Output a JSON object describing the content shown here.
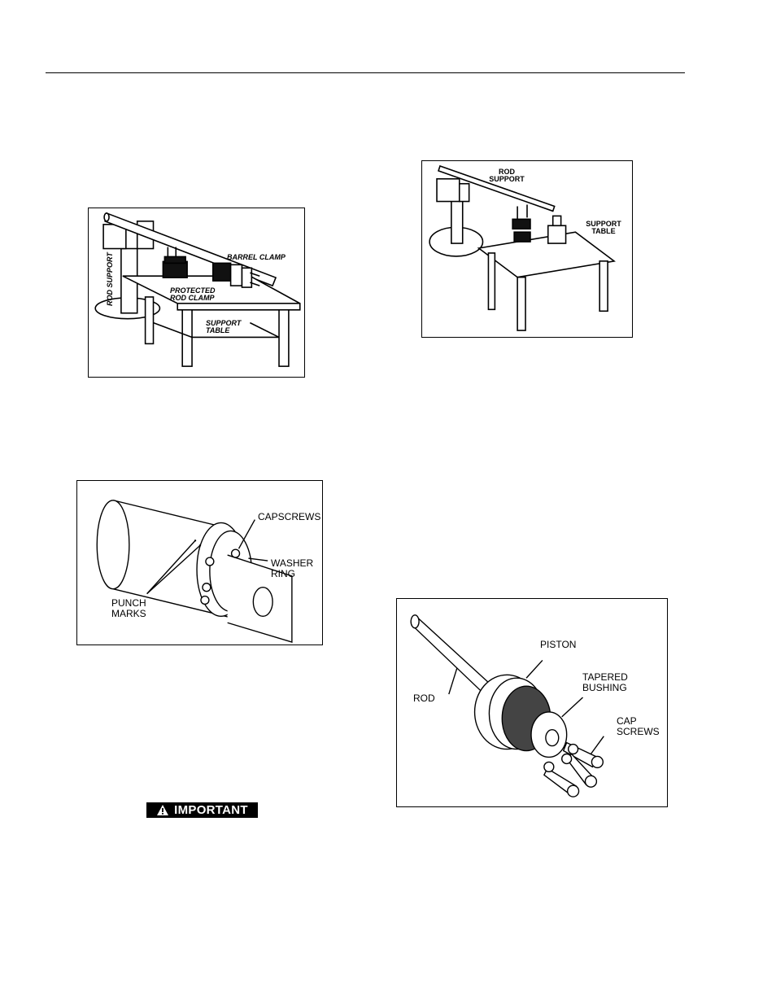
{
  "figures": {
    "fig_a": {
      "labels": {
        "rod_support": "ROD SUPPORT",
        "barrel_clamp": "BARREL CLAMP",
        "protected_rod_clamp": "PROTECTED\nROD CLAMP",
        "support_table": "SUPPORT\nTABLE"
      }
    },
    "fig_b": {
      "labels": {
        "rod_support": "ROD\nSUPPORT",
        "support_table": "SUPPORT\nTABLE"
      }
    },
    "fig_c": {
      "labels": {
        "capscrews": "CAPSCREWS",
        "washer_ring": "WASHER\nRING",
        "punch_marks": "PUNCH\nMARKS"
      }
    },
    "fig_d": {
      "labels": {
        "piston": "PISTON",
        "tapered_bushing": "TAPERED\nBUSHING",
        "rod": "ROD",
        "cap_screws": "CAP\nSCREWS"
      }
    }
  },
  "notice": {
    "label": "IMPORTANT",
    "icon": "warning-triangle-icon"
  }
}
